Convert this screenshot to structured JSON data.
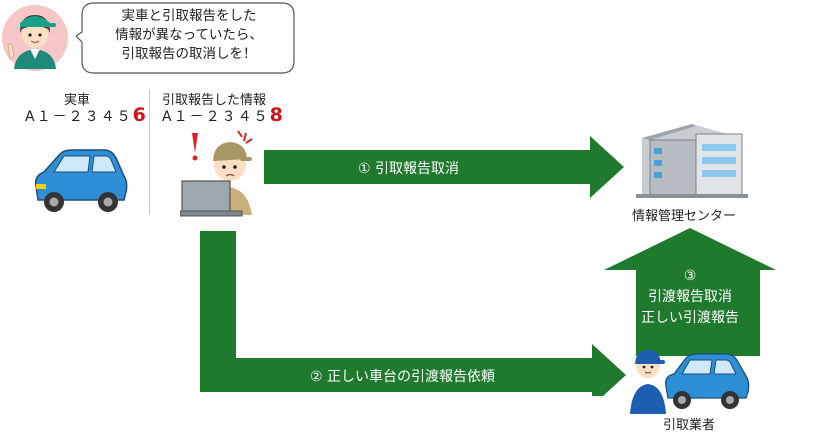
{
  "speech_bubble": {
    "lines": [
      "実車と引取報告をした",
      "情報が異なっていたら、",
      "引取報告の取消しを！"
    ]
  },
  "left_panel": {
    "title": "実車",
    "code_prefix": "A１－２３４５",
    "code_highlight": "6"
  },
  "right_panel": {
    "title": "引取報告した情報",
    "code_prefix": "A１－２３４５",
    "code_highlight": "8"
  },
  "arrows": {
    "cancel_label": "① 引取報告取消",
    "request_label": "② 正しい車台の引渡報告依頼",
    "report_lines": [
      "③",
      "引渡報告取消",
      "正しい引渡報告"
    ]
  },
  "entities": {
    "center_label": "情報管理センター",
    "collector_label": "引取業者"
  },
  "colors": {
    "arrow_green": "#1f7a2e",
    "highlight_red": "#d0121b",
    "car_blue": "#2e8fd6"
  },
  "icons": [
    "woman-staff-icon",
    "blue-car-icon",
    "worried-worker-laptop-icon",
    "office-building-icon",
    "collector-with-car-icon"
  ]
}
